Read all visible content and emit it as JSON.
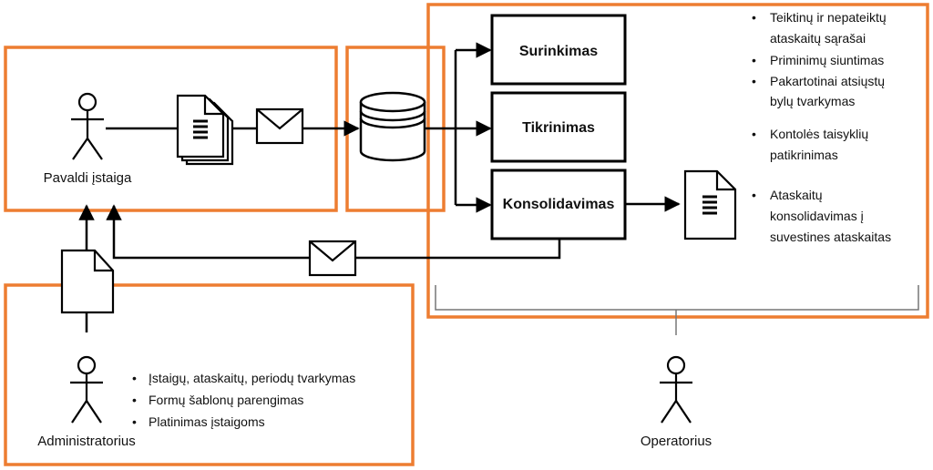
{
  "actors": {
    "subordinate": "Pavaldi įstaiga",
    "administrator": "Administratorius",
    "operator": "Operatorius"
  },
  "processes": {
    "collection": "Surinkimas",
    "verification": "Tikrinimas",
    "consolidation": "Konsolidavimas"
  },
  "operator_notes": [
    [
      "Teiktinų ir nepateiktų",
      "ataskaitų sąrašai"
    ],
    [
      "Priminimų siuntimas"
    ],
    [
      "Pakartotinai atsiųstų",
      "bylų tvarkymas"
    ],
    [
      "Kontolės taisyklių",
      "patikrinimas"
    ],
    [
      "Ataskaitų",
      "konsolidavimas į",
      "suvestines ataskaitas"
    ]
  ],
  "admin_notes": [
    "Įstaigų, ataskaitų, periodų tvarkymas",
    "Formų šablonų parengimas",
    "Platinimas įstaigoms"
  ],
  "colors": {
    "highlight": "#ED7D31",
    "stroke": "#000000"
  }
}
